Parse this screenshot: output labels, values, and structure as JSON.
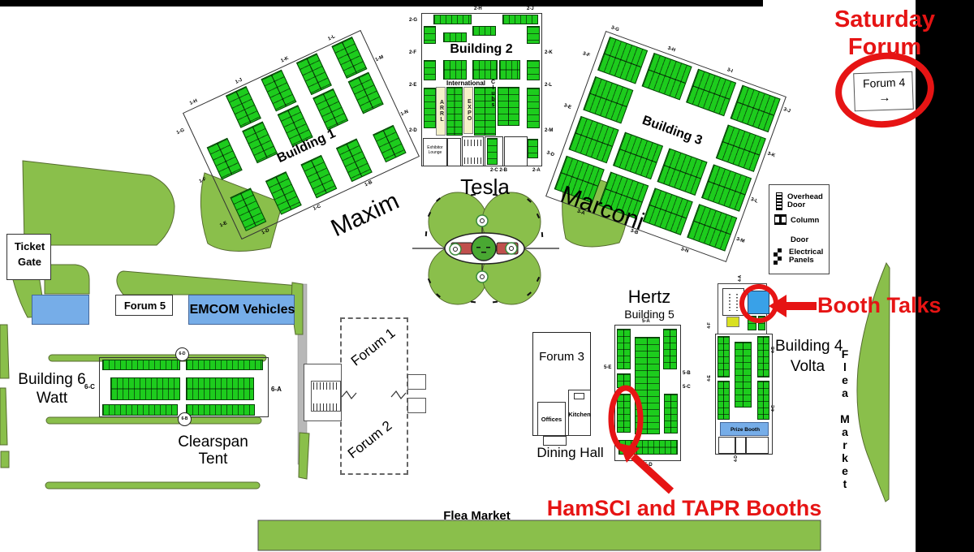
{
  "map": {
    "colors": {
      "accent_red": "#e61414",
      "booth_green": "#1dcc1d",
      "landscape_green": "#8abf4b",
      "water_blue": "#76ade8",
      "talks_blue": "#39a1e8",
      "cream": "#f5f1c9",
      "road_gray": "#b8b8b8"
    },
    "annotations": {
      "saturday_line1": "Saturday",
      "saturday_line2": "Forum",
      "booth_talks": "Booth Talks",
      "hamsci_tapr": "HamSCI and TAPR Booths"
    },
    "forum4": {
      "label": "Forum 4",
      "arrow": "→"
    },
    "buildings": {
      "building1": {
        "title": "Building 1",
        "hall": "Maxim"
      },
      "building2": {
        "title": "Building 2",
        "international": "International",
        "arrl": "ARRL",
        "expo": "EXPO",
        "clubs": "Clubs",
        "exhibitor_lounge": "Exhibitor Lounge"
      },
      "building3": {
        "title": "Building 3",
        "hall": "Marconi"
      },
      "building4": {
        "title": "Building 4",
        "hall": "Volta",
        "prize_booth": "Prize Booth"
      },
      "building5": {
        "hall": "Hertz",
        "title": "Building 5"
      },
      "building6": {
        "title": "Building 6",
        "hall": "Watt"
      },
      "tesla": {
        "hall": "Tesla"
      }
    },
    "forums": {
      "forum1": "Forum 1",
      "forum2": "Forum 2",
      "forum3": "Forum 3",
      "forum5": "Forum 5"
    },
    "areas": {
      "ticket_line1": "Ticket",
      "ticket_line2": "Gate",
      "emcom": "EMCOM Vehicles",
      "clearspan_line1": "Clearspan",
      "clearspan_line2": "Tent",
      "dining_hall": "Dining Hall",
      "offices": "Offices",
      "kitchen": "Kitchen",
      "flea_market_bottom": "Flea Market",
      "flea_market_right": "Flea Market"
    },
    "legend": {
      "overhead_door": "Overhead Door",
      "column": "Column",
      "door": "Door",
      "electrical_panels": "Electrical Panels"
    },
    "edge_labels": {
      "b1": [
        "1-H",
        "1-J",
        "1-K",
        "1-L",
        "1-G",
        "1-F",
        "1-E",
        "1-M",
        "1-N",
        "1-D",
        "1-C",
        "1-B"
      ],
      "b2": [
        "2-H",
        "2-J",
        "2-G",
        "2-F",
        "2-E",
        "2-D",
        "2-K",
        "2-L",
        "2-M",
        "2-C 2-B",
        "2-A"
      ],
      "b3": [
        "3-G",
        "3-H",
        "3-I",
        "3-J",
        "3-K",
        "3-L",
        "3-M",
        "3-F",
        "3-E",
        "3-D",
        "3-A",
        "3-B",
        "3-N"
      ],
      "b5": [
        "5-A",
        "5-B",
        "5-C",
        "5-D",
        "5-E"
      ],
      "b6": [
        "6-A",
        "6-B",
        "6-C",
        "6-D"
      ],
      "b4": [
        "4-A",
        "4-B",
        "4-C",
        "4-D",
        "4-E",
        "4-F"
      ]
    }
  }
}
